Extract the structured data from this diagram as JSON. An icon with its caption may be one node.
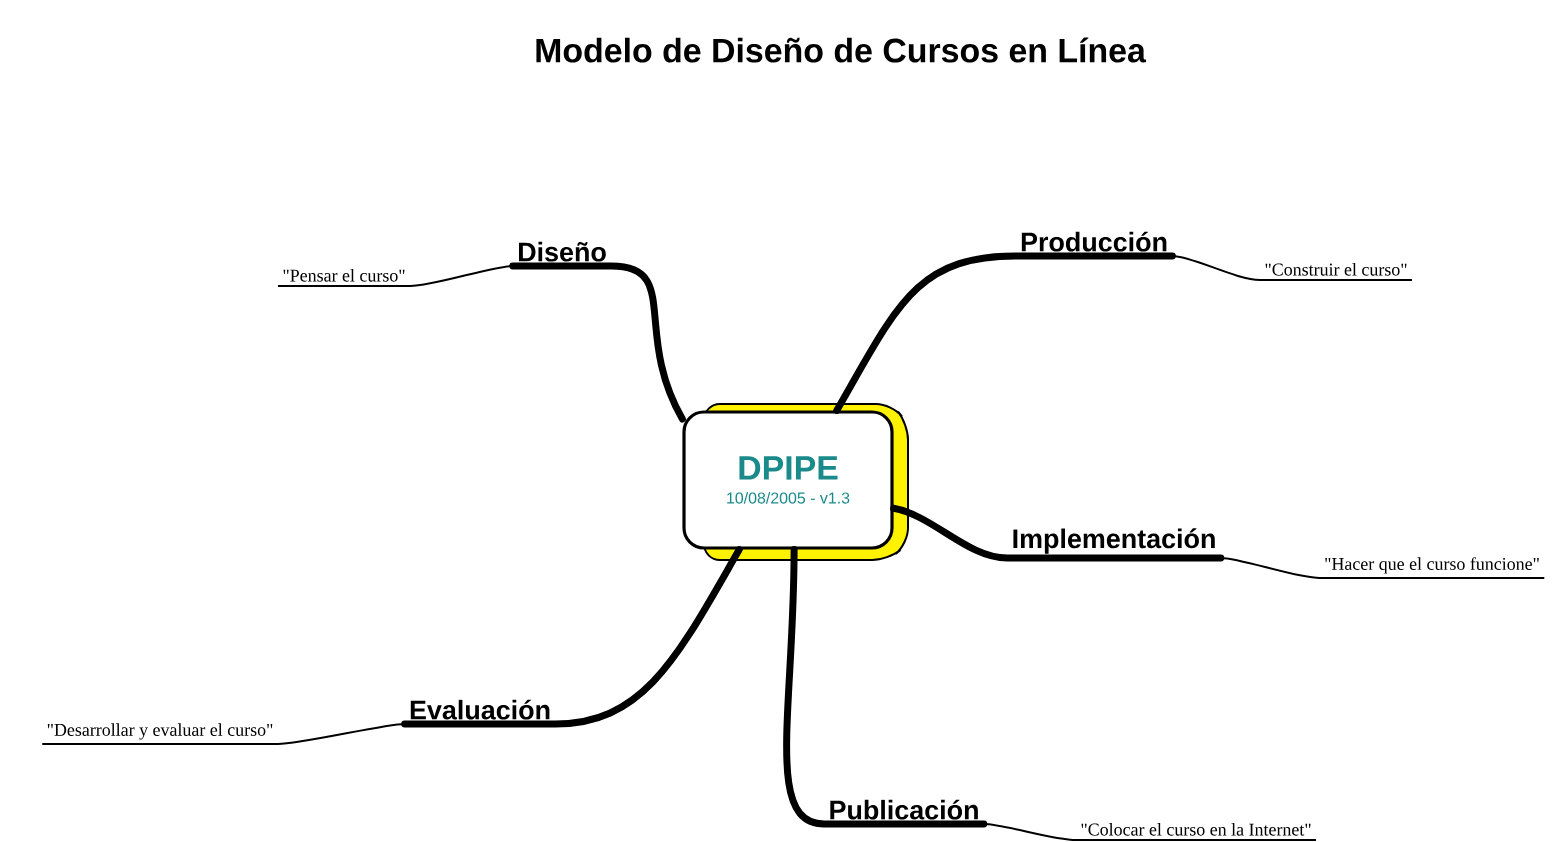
{
  "diagram": {
    "title": "Modelo de Diseño de Cursos en Línea",
    "nodes": [
      {
        "text": [
          "DPIPE",
          "10/08/2005 - v1.3"
        ]
      },
      {
        "text": [
          "Diseño"
        ]
      },
      {
        "text": [
          "\"Pensar el curso\""
        ]
      },
      {
        "text": [
          "Producción"
        ]
      },
      {
        "text": [
          "\"Construir el curso\""
        ]
      },
      {
        "text": [
          "Implementación"
        ]
      },
      {
        "text": [
          "\"Hacer que el curso funcione\""
        ]
      },
      {
        "text": [
          "Evaluación"
        ]
      },
      {
        "text": [
          "\"Desarrollar y evaluar el curso\""
        ]
      },
      {
        "text": [
          "Publicación"
        ]
      },
      {
        "text": [
          "\"Colocar el curso en la Internet\""
        ]
      }
    ],
    "edges": [
      {
        "from": 0,
        "to": 1,
        "arrow": "none",
        "style": "thick"
      },
      {
        "from": 1,
        "to": 2,
        "arrow": "none"
      },
      {
        "from": 0,
        "to": 3,
        "arrow": "none",
        "style": "thick"
      },
      {
        "from": 3,
        "to": 4,
        "arrow": "none"
      },
      {
        "from": 0,
        "to": 5,
        "arrow": "none",
        "style": "thick"
      },
      {
        "from": 5,
        "to": 6,
        "arrow": "none"
      },
      {
        "from": 0,
        "to": 7,
        "arrow": "none",
        "style": "thick"
      },
      {
        "from": 7,
        "to": 8,
        "arrow": "none"
      },
      {
        "from": 0,
        "to": 9,
        "arrow": "none",
        "style": "thick"
      },
      {
        "from": 9,
        "to": 10,
        "arrow": "none"
      }
    ]
  }
}
